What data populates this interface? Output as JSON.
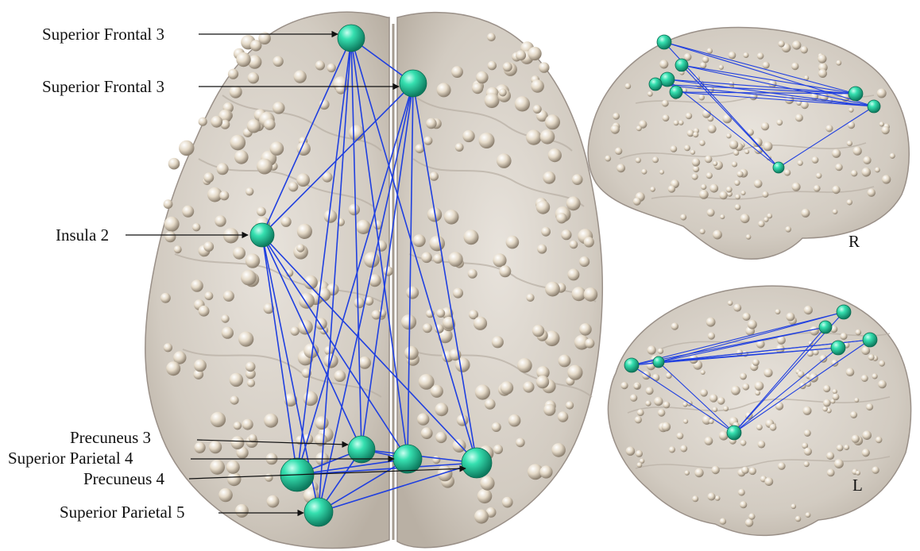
{
  "figure": {
    "views": {
      "right_label": "R",
      "left_label": "L"
    },
    "hub_labels": [
      "Superior Frontal 3",
      "Superior Frontal 3",
      "Insula 2",
      "Precuneus 3",
      "Superior Parietal 4",
      "Precuneus 4",
      "Superior Parietal 5"
    ],
    "colors": {
      "hub_node": "#2fd8a8",
      "edge": "#1f3fe0",
      "minor_node": "#e6dccb",
      "brain_surface": "#d9d3ca"
    }
  }
}
